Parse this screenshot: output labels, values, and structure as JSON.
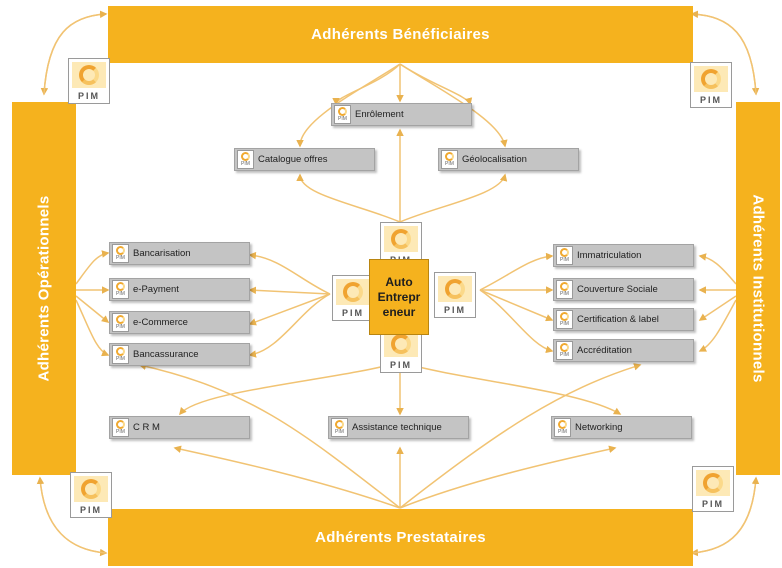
{
  "bars": {
    "top": "Adhérents Bénéficiaires",
    "bottom": "Adhérents  Prestataires",
    "left": "Adhérents  Opérationnels",
    "right": "Adhérents  Institutionnels"
  },
  "center": {
    "label": "Auto\nEntrepr\neneur"
  },
  "logo_text": "PIM",
  "mini_logo_text": "PIM",
  "top_boxes": {
    "enrolement": "Enrôlement",
    "catalogue": "Catalogue offres",
    "geolocalisation": "Géolocalisation"
  },
  "left_boxes": [
    "Bancarisation",
    "e-Payment",
    "e-Commerce",
    "Bancassurance"
  ],
  "right_boxes": [
    "Immatriculation",
    "Couverture Sociale",
    "Certification & label",
    "Accréditation"
  ],
  "bottom_boxes": [
    "C R M",
    "Assistance technique",
    "Networking"
  ],
  "colors": {
    "accent": "#f5b21e",
    "box_fill": "#c4c4c4",
    "arrow": "#f1c373"
  }
}
